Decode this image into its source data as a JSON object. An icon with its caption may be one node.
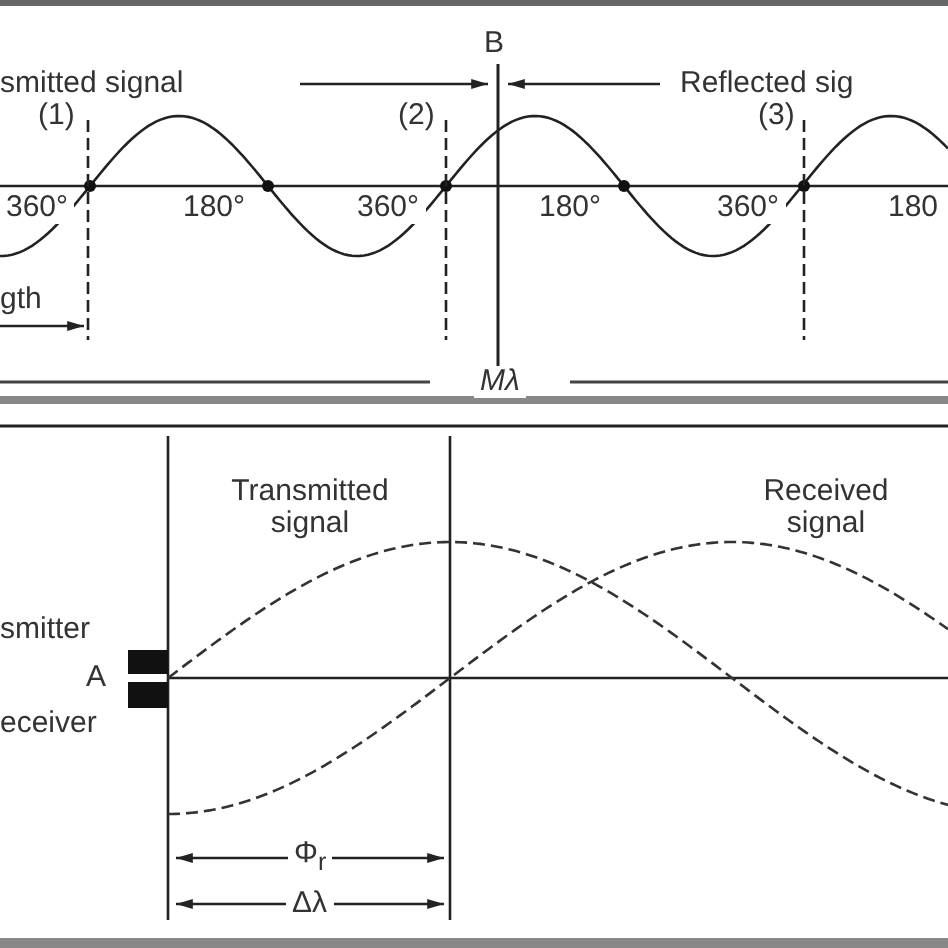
{
  "diagram": {
    "labels": [
      "B",
      "smitted signal",
      "Reflected sig",
      "(1)",
      "(2)",
      "(3)",
      "360°",
      "180°",
      "360°",
      "180°",
      "360°",
      "180",
      "gth",
      "Mλ",
      "Transmitted signal",
      "Received signal",
      "smitter",
      "A",
      "eceiver",
      "Φ$_{r}$",
      "Δλ"
    ]
  }
}
